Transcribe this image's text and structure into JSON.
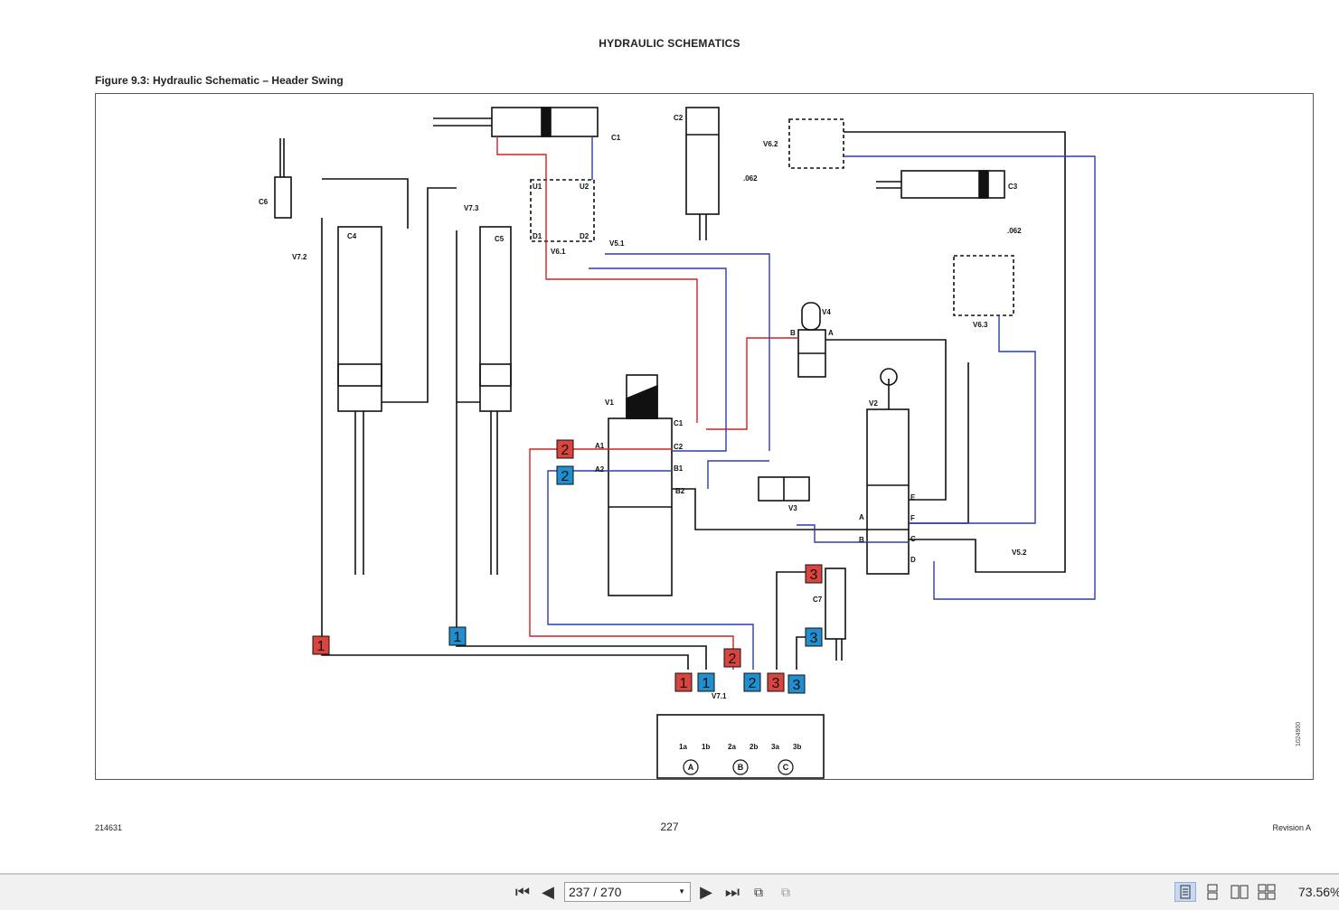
{
  "document": {
    "header": "HYDRAULIC SCHEMATICS",
    "caption": "Figure 9.3: Hydraulic Schematic – Header Swing",
    "doc_number": "1024900",
    "footer_left": "214631",
    "page_number": "227",
    "footer_right": "Revision  A"
  },
  "colors": {
    "red": "#d9443f",
    "blue": "#1f8fcf",
    "line_red": "#d42020",
    "line_blue": "#2a3fa8"
  },
  "schematic": {
    "labels": {
      "c1": "C1",
      "c2": "C2",
      "c3": "C3",
      "c4": "C4",
      "c5": "C5",
      "c6": "C6",
      "c7": "C7",
      "v1": "V1",
      "v2": "V2",
      "v3": "V3",
      "v4": "V4",
      "v51": "V5.1",
      "v52": "V5.2",
      "v61": "V6.1",
      "v62": "V6.2",
      "v63": "V6.3",
      "v71": "V7.1",
      "v72": "V7.2",
      "v73": "V7.3",
      "orifice": ".062",
      "u1": "U1",
      "u2": "U2",
      "d1": "D1",
      "d2": "D2",
      "p_a1": "A1",
      "p_a2": "A2",
      "p_c1": "C1",
      "p_c2": "C2",
      "p_b1": "B1",
      "p_b2": "B2",
      "p_a": "A",
      "p_b": "B",
      "p_c": "C",
      "p_d": "D",
      "p_e": "E",
      "p_f": "F",
      "v4_a": "A",
      "v4_b": "B",
      "coupler_1a": "1a",
      "coupler_1b": "1b",
      "coupler_2a": "2a",
      "coupler_2b": "2b",
      "coupler_3a": "3a",
      "coupler_3b": "3b",
      "group_a": "A",
      "group_b": "B",
      "group_c": "C"
    },
    "tags": {
      "one": "1",
      "two": "2",
      "three": "3"
    }
  },
  "toolbar": {
    "page_field": "237 / 270",
    "zoom": "73.56%"
  }
}
